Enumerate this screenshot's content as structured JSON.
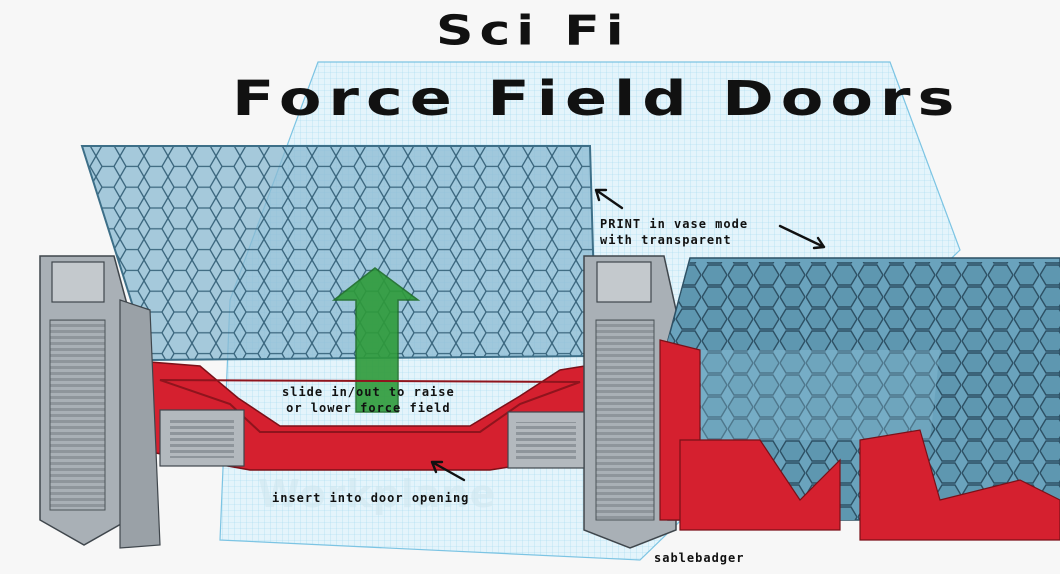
{
  "title": {
    "line1": "Sci Fi",
    "line2": "Force Field Doors"
  },
  "annotations": {
    "print_note_line1": "PRINT in vase mode",
    "print_note_line2": "with transparent",
    "slide_note_line1": "slide in/out to raise",
    "slide_note_line2": "or lower force field",
    "insert_note": "insert into door opening"
  },
  "workplane_label": "Workplane",
  "signature": "sablebadger",
  "colors": {
    "grid": "#8fd1ec",
    "field_panel": "#6ea6c4",
    "pillar": "#a9b0b6",
    "base": "#d5202f",
    "arrow": "#2e9b3a"
  }
}
